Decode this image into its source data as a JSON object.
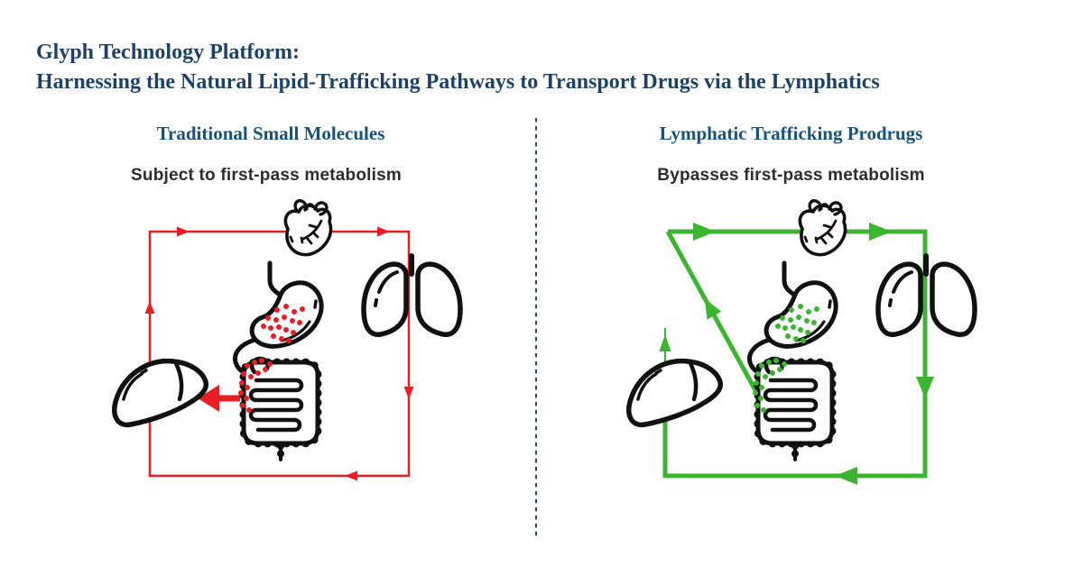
{
  "title": {
    "line1": "Glyph Technology Platform:",
    "line2": "Harnessing the Natural Lipid-Trafficking Pathways to Transport Drugs via the Lymphatics"
  },
  "panels": [
    {
      "id": "traditional",
      "header": "Traditional Small Molecules",
      "subtitle": "Subject to first-pass metabolism",
      "pathway_color": "#e81e22",
      "pathway_note": "gut to liver to heart to lungs circulation loop"
    },
    {
      "id": "lymphatic",
      "header": "Lymphatic Trafficking Prodrugs",
      "subtitle": "Bypasses first-pass metabolism",
      "pathway_color": "#3cb531",
      "pathway_note": "gut via lymphatics direct to heart, bypassing liver"
    }
  ],
  "icons": [
    "heart-icon",
    "lungs-icon",
    "stomach-icon",
    "liver-icon",
    "intestines-icon"
  ],
  "colors": {
    "title-blue": "#1c4367",
    "header-blue": "#19527e",
    "subtitle-gray": "#2d2d2d",
    "red": "#e81e22",
    "green": "#3cb531",
    "divider-blue": "#2c4a68",
    "icon-black": "#111111"
  }
}
